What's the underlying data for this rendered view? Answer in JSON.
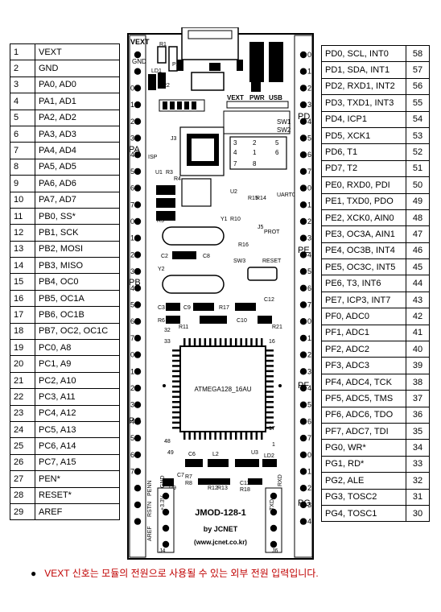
{
  "left_pins": [
    {
      "num": "1",
      "name": "VEXT"
    },
    {
      "num": "2",
      "name": "GND"
    },
    {
      "num": "3",
      "name": "PA0, AD0"
    },
    {
      "num": "4",
      "name": "PA1, AD1"
    },
    {
      "num": "5",
      "name": "PA2, AD2"
    },
    {
      "num": "6",
      "name": "PA3, AD3"
    },
    {
      "num": "7",
      "name": "PA4, AD4"
    },
    {
      "num": "8",
      "name": "PA5, AD5"
    },
    {
      "num": "9",
      "name": "PA6, AD6"
    },
    {
      "num": "10",
      "name": "PA7, AD7"
    },
    {
      "num": "11",
      "name": "PB0, SS*"
    },
    {
      "num": "12",
      "name": "PB1, SCK"
    },
    {
      "num": "13",
      "name": "PB2, MOSI"
    },
    {
      "num": "14",
      "name": "PB3, MISO"
    },
    {
      "num": "15",
      "name": "PB4, OC0"
    },
    {
      "num": "16",
      "name": "PB5, OC1A"
    },
    {
      "num": "17",
      "name": "PB6, OC1B"
    },
    {
      "num": "18",
      "name": "PB7, OC2, OC1C"
    },
    {
      "num": "19",
      "name": "PC0, A8"
    },
    {
      "num": "20",
      "name": "PC1, A9"
    },
    {
      "num": "21",
      "name": "PC2, A10"
    },
    {
      "num": "22",
      "name": "PC3, A11"
    },
    {
      "num": "23",
      "name": "PC4, A12"
    },
    {
      "num": "24",
      "name": "PC5, A13"
    },
    {
      "num": "25",
      "name": "PC6, A14"
    },
    {
      "num": "26",
      "name": "PC7, A15"
    },
    {
      "num": "27",
      "name": "PEN*"
    },
    {
      "num": "28",
      "name": "RESET*"
    },
    {
      "num": "29",
      "name": "AREF"
    }
  ],
  "right_pins": [
    {
      "name": "PD0, SCL, INT0",
      "num": "58"
    },
    {
      "name": "PD1, SDA, INT1",
      "num": "57"
    },
    {
      "name": "PD2, RXD1, INT2",
      "num": "56"
    },
    {
      "name": "PD3, TXD1, INT3",
      "num": "55"
    },
    {
      "name": "PD4, ICP1",
      "num": "54"
    },
    {
      "name": "PD5, XCK1",
      "num": "53"
    },
    {
      "name": "PD6, T1",
      "num": "52"
    },
    {
      "name": "PD7, T2",
      "num": "51"
    },
    {
      "name": "PE0, RXD0, PDI",
      "num": "50"
    },
    {
      "name": "PE1, TXD0, PDO",
      "num": "49"
    },
    {
      "name": "PE2, XCK0, AIN0",
      "num": "48"
    },
    {
      "name": "PE3, OC3A, AIN1",
      "num": "47"
    },
    {
      "name": "PE4, OC3B, INT4",
      "num": "46"
    },
    {
      "name": "PE5, OC3C, INT5",
      "num": "45"
    },
    {
      "name": "PE6, T3, INT6",
      "num": "44"
    },
    {
      "name": "PE7, ICP3, INT7",
      "num": "43"
    },
    {
      "name": "PF0, ADC0",
      "num": "42"
    },
    {
      "name": "PF1, ADC1",
      "num": "41"
    },
    {
      "name": "PF2, ADC2",
      "num": "40"
    },
    {
      "name": "PF3, ADC3",
      "num": "39"
    },
    {
      "name": "PF4, ADC4, TCK",
      "num": "38"
    },
    {
      "name": "PF5, ADC5, TMS",
      "num": "37"
    },
    {
      "name": "PF6, ADC6, TDO",
      "num": "36"
    },
    {
      "name": "PF7, ADC7, TDI",
      "num": "35"
    },
    {
      "name": "PG0, WR*",
      "num": "34"
    },
    {
      "name": "PG1, RD*",
      "num": "33"
    },
    {
      "name": "PG2, ALE",
      "num": "32"
    },
    {
      "name": "PG3, TOSC2",
      "num": "31"
    },
    {
      "name": "PG4, TOSC1",
      "num": "30"
    }
  ],
  "board": {
    "left_labels": [
      "VEXT",
      "GND",
      "PA",
      "PB",
      "PC"
    ],
    "right_labels": [
      "PD",
      "PE",
      "PF",
      "PG"
    ],
    "port_digits": [
      "0",
      "1",
      "2",
      "3",
      "4",
      "5",
      "6",
      "7"
    ],
    "power_labels": [
      "VEXT",
      "PWR",
      "USB"
    ],
    "component_labels": [
      "R1",
      "P1",
      "D1",
      "LD1",
      "R2",
      "ISP",
      "J3",
      "U1",
      "R3",
      "R4",
      "U2",
      "R15",
      "R14",
      "UART0",
      "R5",
      "Y1",
      "R10",
      "J5",
      "PROT",
      "R16",
      "C2",
      "C8",
      "SW3",
      "RESET",
      "Y2",
      "C3",
      "C9",
      "R17",
      "C12",
      "R6",
      "R11",
      "C10",
      "R21",
      "32",
      "33",
      "16",
      "17",
      "48",
      "49",
      "1",
      "C6",
      "L2",
      "U3",
      "LD2",
      "C7",
      "R7",
      "R8",
      "R12",
      "R13",
      "C11",
      "R18",
      "R9",
      "J4",
      "J6",
      "SW1",
      "SW2"
    ],
    "chip_label": "ATMEGA128_16AU",
    "model": "JMOD-128-1",
    "maker": "by JCNET",
    "url": "(www.jcnet.co.kr)",
    "bottom_left_labels": [
      "AREF",
      "RSTN",
      "PENN",
      "+3.3V",
      "GND"
    ],
    "bottom_right_labels": [
      "TXD",
      "RXD"
    ],
    "small_header_digits": [
      "3",
      "4",
      "2",
      "1",
      "5",
      "6",
      "7",
      "8"
    ]
  },
  "note": "VEXT 신호는 모듈의 전원으로 사용될 수 있는 외부 전원 입력입니다.",
  "colors": {
    "note_text": "#c00000",
    "board": "#000000",
    "background": "#ffffff"
  }
}
